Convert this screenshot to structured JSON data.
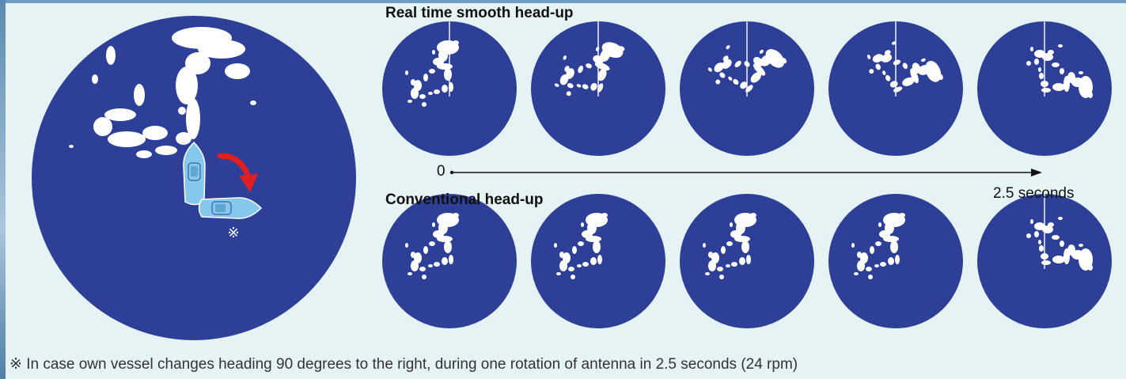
{
  "headings": {
    "top": "Real time smooth head-up",
    "bottom": "Conventional head-up"
  },
  "timeline": {
    "start_label": "0",
    "end_label": "2.5 seconds"
  },
  "marker": "※",
  "footnote": "※ In case own vessel changes heading 90 degrees to the right, during one rotation of antenna in 2.5 seconds (24 rpm)",
  "colors": {
    "background": "#e6f3f5",
    "radar_disc": "#2d3f96",
    "echo": "#ffffff",
    "vessel": "#86c8ec",
    "turn_arrow": "#e02020"
  },
  "rows": [
    {
      "name": "Real time smooth head-up",
      "frames": 5,
      "rotation_deg": [
        0,
        22.5,
        45,
        67.5,
        90
      ]
    },
    {
      "name": "Conventional head-up",
      "frames": 5,
      "rotation_deg": [
        0,
        0,
        0,
        0,
        90
      ]
    }
  ]
}
